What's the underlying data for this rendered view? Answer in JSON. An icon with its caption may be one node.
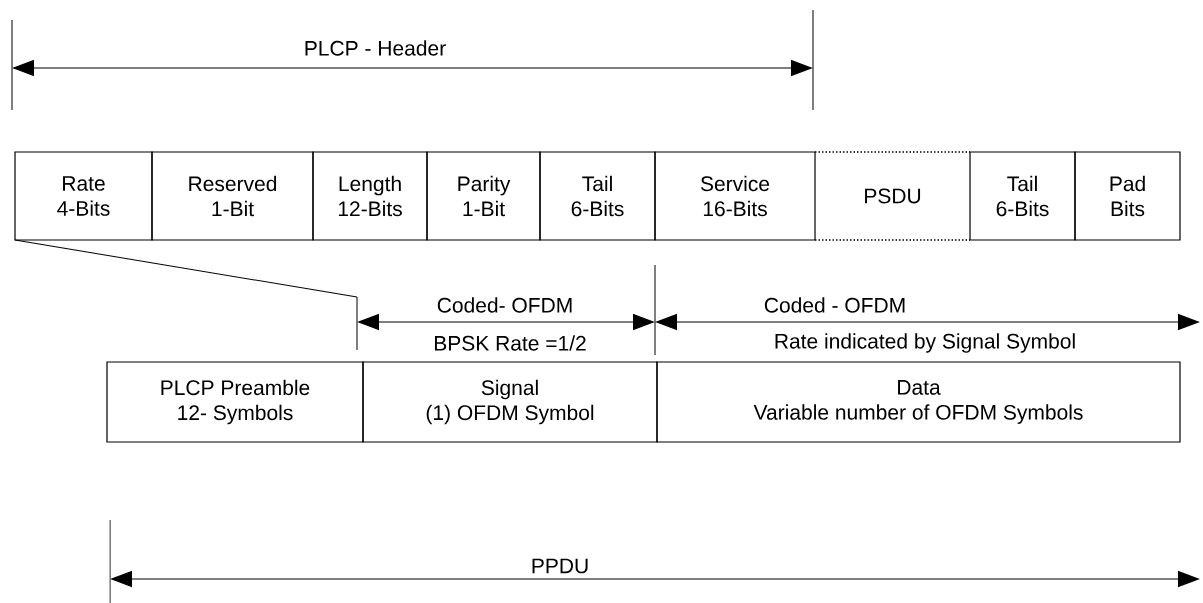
{
  "diagram": {
    "nodes": [
      {
        "text": [
          "Rate",
          "4-Bits"
        ]
      },
      {
        "text": [
          "Reserved",
          "1-Bit"
        ]
      },
      {
        "text": [
          "Length",
          "12-Bits"
        ]
      },
      {
        "text": [
          "Parity",
          "1-Bit"
        ]
      },
      {
        "text": [
          "Tail",
          "6-Bits"
        ]
      },
      {
        "text": [
          "Service",
          "16-Bits"
        ]
      },
      {
        "text": [
          "PSDU"
        ]
      },
      {
        "text": [
          "Tail",
          "6-Bits"
        ]
      },
      {
        "text": [
          "Pad",
          "Bits"
        ]
      },
      {
        "text": [
          "PLCP Preamble",
          "12- Symbols"
        ]
      },
      {
        "text": [
          "Signal",
          "(1) OFDM Symbol"
        ]
      },
      {
        "text": [
          "Data",
          "Variable number of OFDM Symbols"
        ]
      }
    ],
    "labels": [
      "PLCP - Header",
      "Coded- OFDM",
      "BPSK Rate =1/2",
      "Coded - OFDM",
      "Rate indicated by Signal Symbol",
      "PPDU"
    ]
  }
}
